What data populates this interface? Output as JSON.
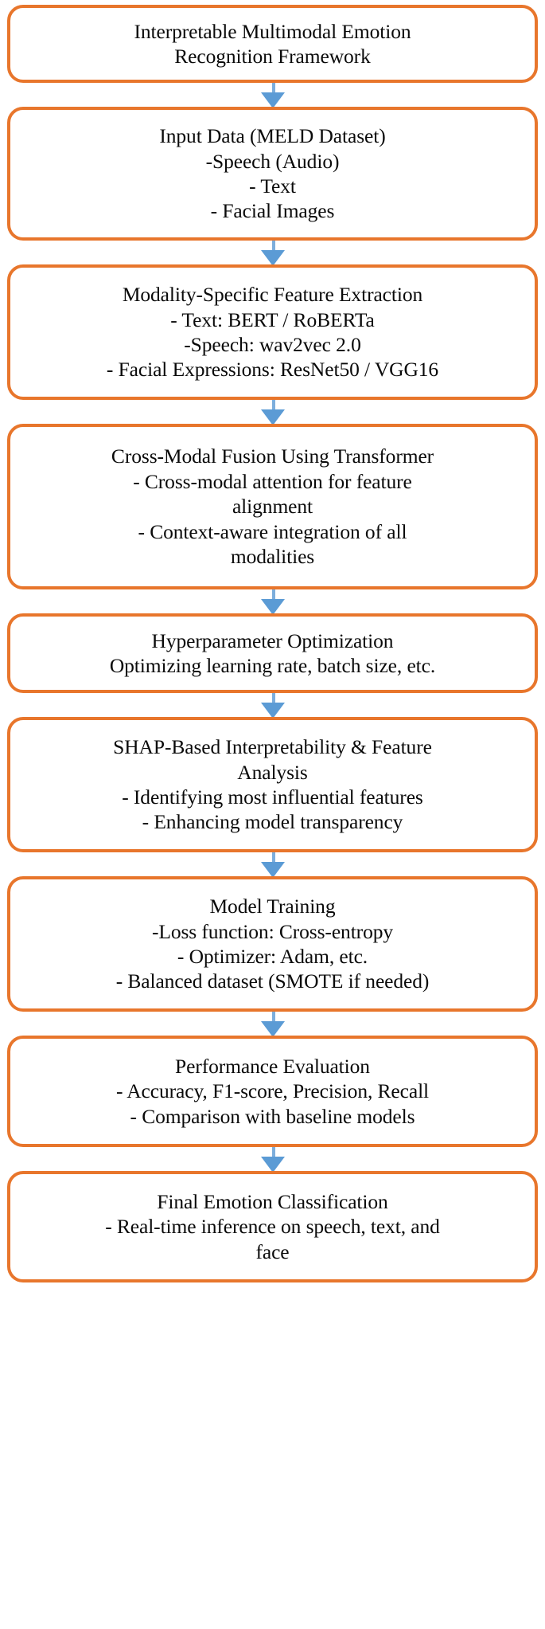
{
  "diagram": {
    "type": "flowchart",
    "orientation": "top-to-bottom",
    "colors": {
      "node_border": "#E8762C",
      "node_fill": "#FFFFFF",
      "text": "#0A0A0A",
      "arrow": "#5B9BD5",
      "arrow_stem": "#7DAEDC"
    },
    "nodes": [
      {
        "id": "framework-title",
        "lines": [
          "Interpretable Multimodal Emotion",
          "Recognition Framework"
        ]
      },
      {
        "id": "input-data",
        "lines": [
          "Input Data (MELD Dataset)",
          "-Speech (Audio)",
          "- Text",
          "- Facial Images"
        ]
      },
      {
        "id": "feature-extraction",
        "lines": [
          "Modality-Specific Feature Extraction",
          "- Text: BERT / RoBERTa",
          "-Speech: wav2vec 2.0",
          "- Facial Expressions: ResNet50 / VGG16"
        ]
      },
      {
        "id": "cross-modal-fusion",
        "lines": [
          "Cross-Modal Fusion Using Transformer",
          "- Cross-modal attention for feature",
          "alignment",
          "- Context-aware integration of all",
          "modalities"
        ]
      },
      {
        "id": "hyperparameter-optimization",
        "lines": [
          "Hyperparameter Optimization",
          "Optimizing learning rate, batch size, etc."
        ]
      },
      {
        "id": "shap-interpretability",
        "lines": [
          "SHAP-Based Interpretability & Feature",
          "Analysis",
          "- Identifying most influential features",
          "- Enhancing model transparency"
        ]
      },
      {
        "id": "model-training",
        "lines": [
          "Model Training",
          "-Loss function: Cross-entropy",
          "- Optimizer: Adam, etc.",
          "- Balanced dataset (SMOTE if needed)"
        ]
      },
      {
        "id": "performance-evaluation",
        "lines": [
          "Performance Evaluation",
          "- Accuracy, F1-score, Precision, Recall",
          "- Comparison with baseline models"
        ]
      },
      {
        "id": "final-classification",
        "lines": [
          "Final Emotion Classification",
          "- Real-time inference on speech, text, and",
          "face"
        ]
      }
    ],
    "edges": [
      {
        "from": "framework-title",
        "to": "input-data"
      },
      {
        "from": "input-data",
        "to": "feature-extraction"
      },
      {
        "from": "feature-extraction",
        "to": "cross-modal-fusion"
      },
      {
        "from": "cross-modal-fusion",
        "to": "hyperparameter-optimization"
      },
      {
        "from": "hyperparameter-optimization",
        "to": "shap-interpretability"
      },
      {
        "from": "shap-interpretability",
        "to": "model-training"
      },
      {
        "from": "model-training",
        "to": "performance-evaluation"
      },
      {
        "from": "performance-evaluation",
        "to": "final-classification"
      }
    ]
  }
}
